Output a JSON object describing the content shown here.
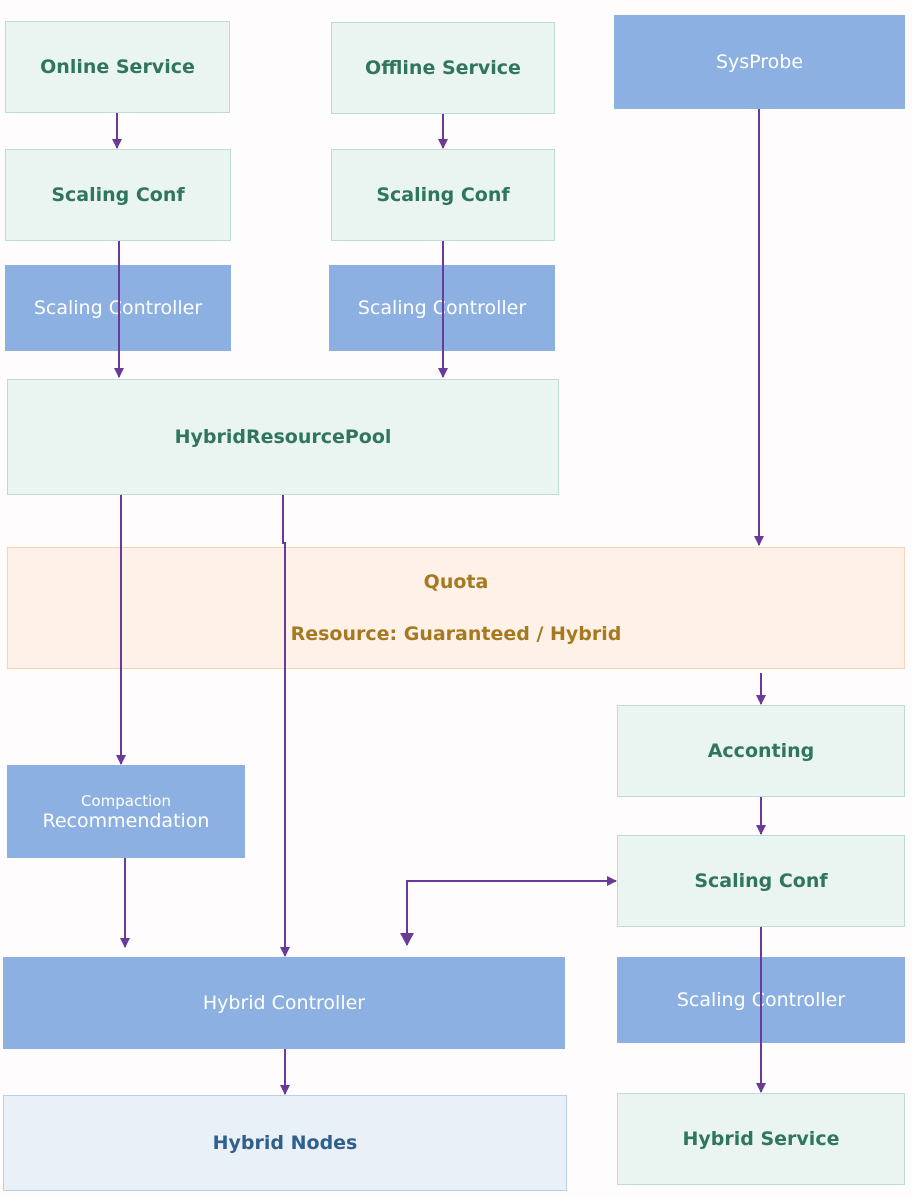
{
  "nodes": {
    "online_service": "Online Service",
    "offline_service": "Offline Service",
    "sysprobe": "SysProbe",
    "scaling_conf_1": "Scaling Conf",
    "scaling_conf_2": "Scaling Conf",
    "scaling_controller_1": "Scaling Controller",
    "scaling_controller_2": "Scaling Controller",
    "hybrid_resource_pool": "HybridResourcePool",
    "quota_title": "Quota",
    "quota_subtitle": "Resource: Guaranteed / Hybrid",
    "compaction_line1": "Compaction",
    "compaction_line2": "Recommendation",
    "accounting": "Acconting",
    "scaling_conf_3": "Scaling Conf",
    "scaling_controller_3": "Scaling Controller",
    "hybrid_controller": "Hybrid Controller",
    "hybrid_nodes": "Hybrid Nodes",
    "hybrid_service": "Hybrid Service"
  },
  "colors": {
    "edge": "#6a3a99",
    "service_box": "#eaf4f0",
    "controller_box": "#8cb0e1",
    "quota_box": "#fdf1e8"
  }
}
